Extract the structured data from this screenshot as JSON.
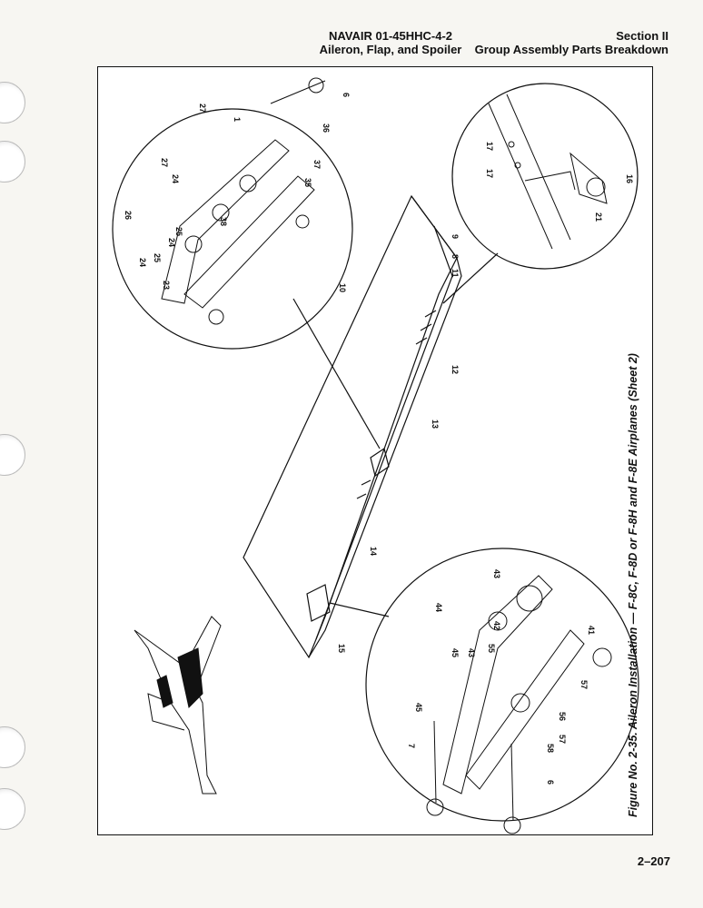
{
  "header": {
    "doc_number": "NAVAIR 01-45HHC-4-2",
    "doc_subject": "Aileron, Flap, and Spoiler",
    "section": "Section II",
    "section_title": "Group Assembly Parts Breakdown"
  },
  "figure": {
    "caption": "Figure No. 2-35. Aileron Installation — F-8C, F-8D or F-8H and F-8E Airplanes (Sheet 2)",
    "callouts": {
      "upper_left_detail": [
        "6",
        "27",
        "1",
        "36",
        "37",
        "27",
        "24",
        "35",
        "26",
        "38",
        "24",
        "25",
        "23",
        "24",
        "25"
      ],
      "upper_right_detail": [
        "17",
        "17",
        "16",
        "21"
      ],
      "aileron": [
        "9",
        "8",
        "10",
        "11",
        "12",
        "13",
        "14",
        "15"
      ],
      "lower_detail": [
        "43",
        "44",
        "42",
        "41",
        "45",
        "43",
        "55",
        "45",
        "57",
        "7",
        "56",
        "57",
        "58",
        "6"
      ]
    }
  },
  "page_number": "2–207"
}
